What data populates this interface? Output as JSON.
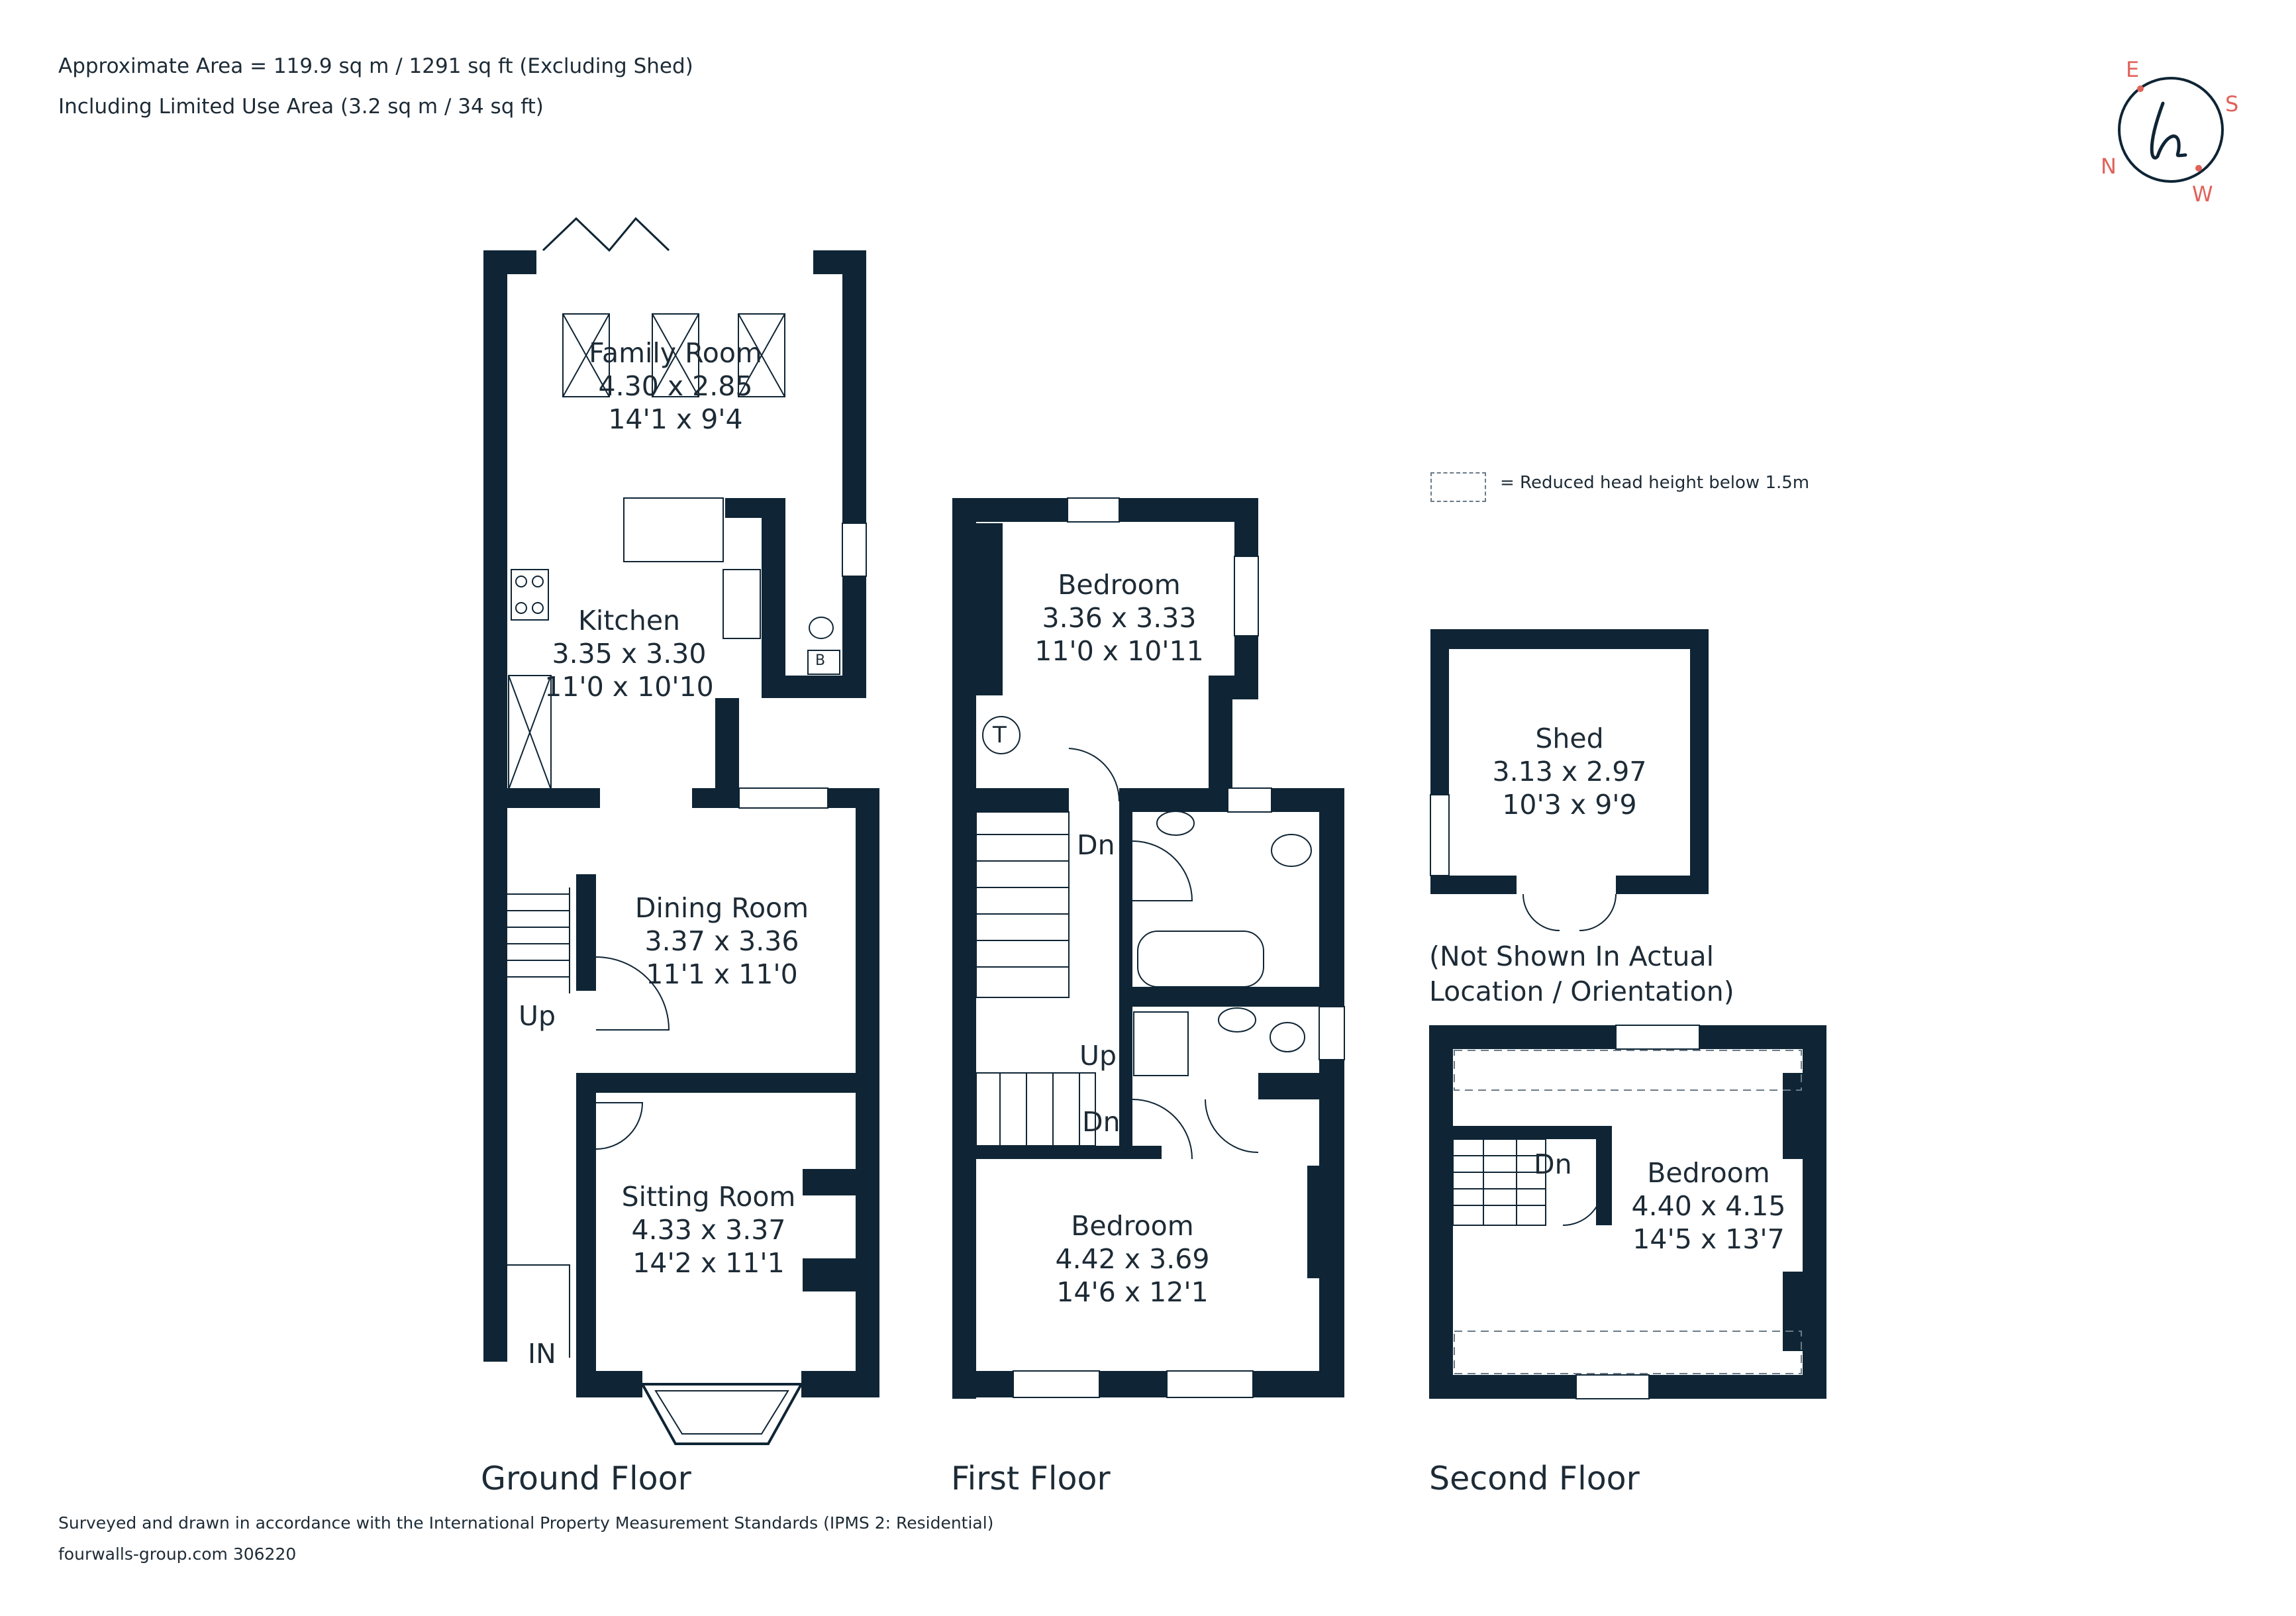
{
  "header": {
    "area_line": "Approximate Area = 119.9 sq m / 1291 sq ft (Excluding Shed)",
    "limited_line": "Including Limited Use Area (3.2 sq m / 34 sq ft)"
  },
  "legend": {
    "text": "= Reduced head height below 1.5m"
  },
  "compass": {
    "e": "E",
    "s": "S",
    "n": "N",
    "w": "W",
    "logo_letter": "h"
  },
  "floors": {
    "ground": "Ground Floor",
    "first": "First Floor",
    "second": "Second Floor"
  },
  "rooms": {
    "family": {
      "name": "Family Room",
      "metric": "4.30 x 2.85",
      "imperial": "14'1 x 9'4"
    },
    "kitchen": {
      "name": "Kitchen",
      "metric": "3.35 x 3.30",
      "imperial": "11'0 x 10'10"
    },
    "dining": {
      "name": "Dining Room",
      "metric": "3.37 x 3.36",
      "imperial": "11'1 x 11'0"
    },
    "sitting": {
      "name": "Sitting Room",
      "metric": "4.33 x 3.37",
      "imperial": "14'2 x 11'1"
    },
    "bed1": {
      "name": "Bedroom",
      "metric": "3.36 x 3.33",
      "imperial": "11'0 x 10'11"
    },
    "bed2": {
      "name": "Bedroom",
      "metric": "4.42 x 3.69",
      "imperial": "14'6 x 12'1"
    },
    "shed": {
      "name": "Shed",
      "metric": "3.13 x 2.97",
      "imperial": "10'3 x 9'9"
    },
    "bed3": {
      "name": "Bedroom",
      "metric": "4.40 x 4.15",
      "imperial": "14'5 x 13'7"
    }
  },
  "labels": {
    "up_ground": "Up",
    "in": "IN",
    "boiler": "B",
    "tank": "T",
    "dn_first_top": "Dn",
    "up_first": "Up",
    "dn_first_bottom": "Dn",
    "dn_second": "Dn"
  },
  "shed_note": {
    "line1": "(Not Shown In Actual",
    "line2": "Location / Orientation)"
  },
  "footer": {
    "survey": "Surveyed and drawn in accordance with the International Property Measurement Standards (IPMS 2: Residential)",
    "ref": "fourwalls-group.com 306220"
  },
  "colors": {
    "wall": "#0f2535",
    "accent": "#e0625a",
    "text": "#1d2b36"
  }
}
